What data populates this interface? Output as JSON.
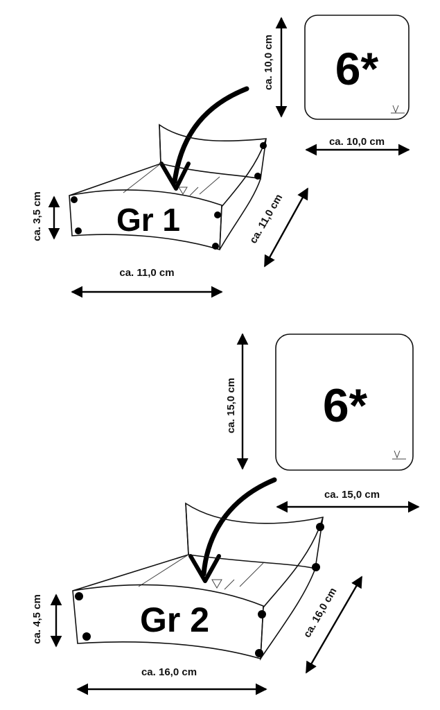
{
  "group1": {
    "card_label": "6*",
    "card_height": "ca. 10,0 cm",
    "card_width": "ca. 10,0 cm",
    "box_label": "Gr 1",
    "box_height": "ca. 3,5 cm",
    "box_width": "ca. 11,0 cm",
    "box_depth": "ca. 11,0 cm"
  },
  "group2": {
    "card_label": "6*",
    "card_height": "ca. 15,0 cm",
    "card_width": "ca. 15,0 cm",
    "box_label": "Gr 2",
    "box_height": "ca. 4,5 cm",
    "box_width": "ca. 16,0 cm",
    "box_depth": "ca. 16,0 cm"
  },
  "colors": {
    "ink": "#000000",
    "background": "#ffffff"
  }
}
